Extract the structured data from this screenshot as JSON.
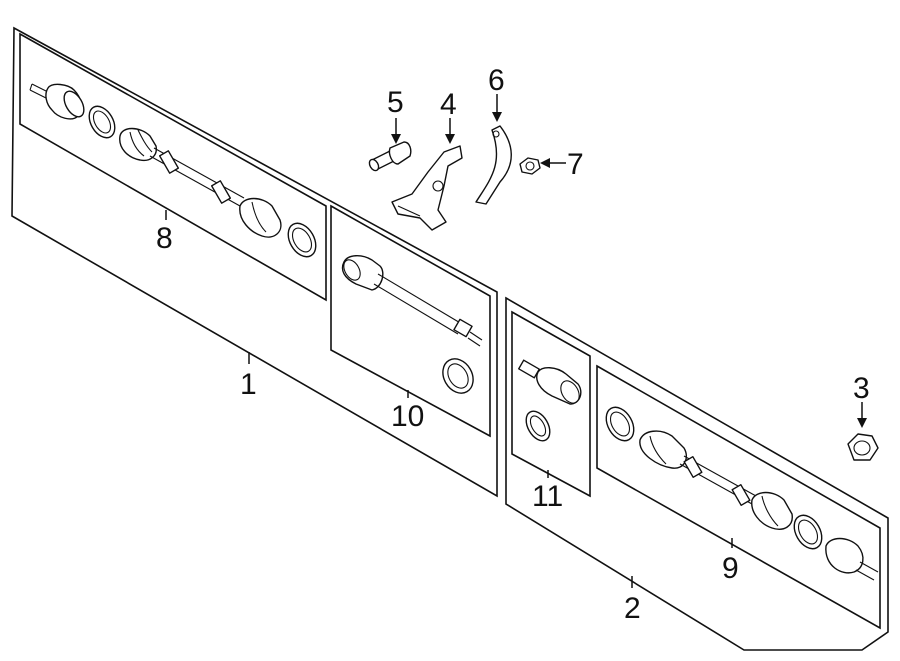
{
  "diagram": {
    "callouts": {
      "c1": "1",
      "c2": "2",
      "c3": "3",
      "c4": "4",
      "c5": "5",
      "c6": "6",
      "c7": "7",
      "c8": "8",
      "c9": "9",
      "c10": "10",
      "c11": "11"
    },
    "parts": [
      {
        "id": "axle-assembly-left",
        "callout": "1"
      },
      {
        "id": "axle-assembly-right",
        "callout": "2"
      },
      {
        "id": "axle-nut",
        "callout": "3"
      },
      {
        "id": "bearing-bracket",
        "callout": "4"
      },
      {
        "id": "bracket-bolt",
        "callout": "5"
      },
      {
        "id": "bearing-strap",
        "callout": "6"
      },
      {
        "id": "strap-nut",
        "callout": "7"
      },
      {
        "id": "cv-joint-boot-kit-left",
        "callout": "8"
      },
      {
        "id": "cv-joint-boot-kit-right",
        "callout": "9"
      },
      {
        "id": "intermediate-shaft",
        "callout": "10"
      },
      {
        "id": "inner-joint-kit",
        "callout": "11"
      }
    ]
  }
}
